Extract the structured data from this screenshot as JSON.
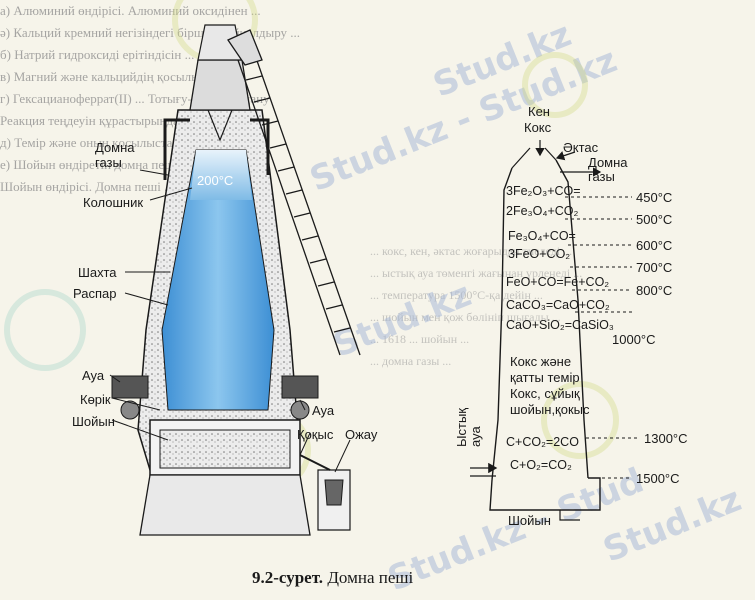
{
  "background_text": [
    "а) Алюминий өндірісі. Алюминий оксидінен ...",
    "ә) Кальций кремний негізіндегі біршама айналдыру ...",
    "б) Натрий гидроксиді ерітіндісін ...",
    "в) Магний және кальцийдің қосылыстары ...",
    "г) Гексацианоферрат(ІІ) ... Тотығу-тотықсыздану",
    "    Реакция теңдеуін құрастырыңдар ...",
    "д) Темір және оның қосылыстары ...",
    "е) Шойын өндіретін домна пеші ...",
    "",
    "Шойын өндірісі. Домна пеші ..."
  ],
  "background_text2": [
    "... кокс, кен, әктас жоғарыдан тиеледі ...",
    "... ыстық ауа төменгі жағынан үрленеді ...",
    "... температура 1500°C-қа дейін ...",
    "... шойын мен қож бөлініп шығады ...",
    "... 1618 ... шойын ...",
    "... домна газы ..."
  ],
  "watermarks": [
    "Stud.kz",
    "Stud.kz - Stud.kz",
    "Stud.kz",
    "Stud.kz - Stud",
    "Stud.kz"
  ],
  "left_labels": {
    "furnace_gas": "Домна\nгазы",
    "top_temp": "200°С",
    "kolоshnik": "Колошник",
    "shaft": "Шахта",
    "raspar": "Распар",
    "air_left": "Ауа",
    "korik": "Көрік",
    "iron": "Шойын",
    "air_right": "Ауа",
    "slag": "Қоқыс",
    "ladle": "Ожау"
  },
  "right_diagram": {
    "inputs": [
      "Кен",
      "Кокс"
    ],
    "limestone": "Әктас",
    "furnace_gas": "Домна\nгазы",
    "reactions": [
      "3Fe₂O₃+CO=",
      "2Fe₃O₄+CO₂",
      "Fe₃O₄+CO=",
      "3FeO+CO₂",
      "FeO+CO=Fe+CO₂",
      "CaCO₃=CaO+CO₂",
      "CaO+SiO₂=CaSiO₃"
    ],
    "zone_text": "Кокс және\nқатты темір\nКокс, сұйық\nшойын,қокыс",
    "lower_reactions": [
      "C+CO₂=2CO",
      "C+O₂=CO₂"
    ],
    "hot_air": "Ыстық\nауа",
    "iron_out": "Шойын",
    "temperatures": [
      "450°C",
      "500°C",
      "600°C",
      "700°C",
      "800°C",
      "1000°C",
      "1300°C",
      "1500°C"
    ]
  },
  "caption": {
    "number": "9.2-сурет.",
    "title": "Домна пеші"
  },
  "colors": {
    "ink": "#1a1a1a",
    "blue_fill": "#5aa8e0",
    "blue_light": "#cfe6f7",
    "paper": "#f6f4ea"
  }
}
